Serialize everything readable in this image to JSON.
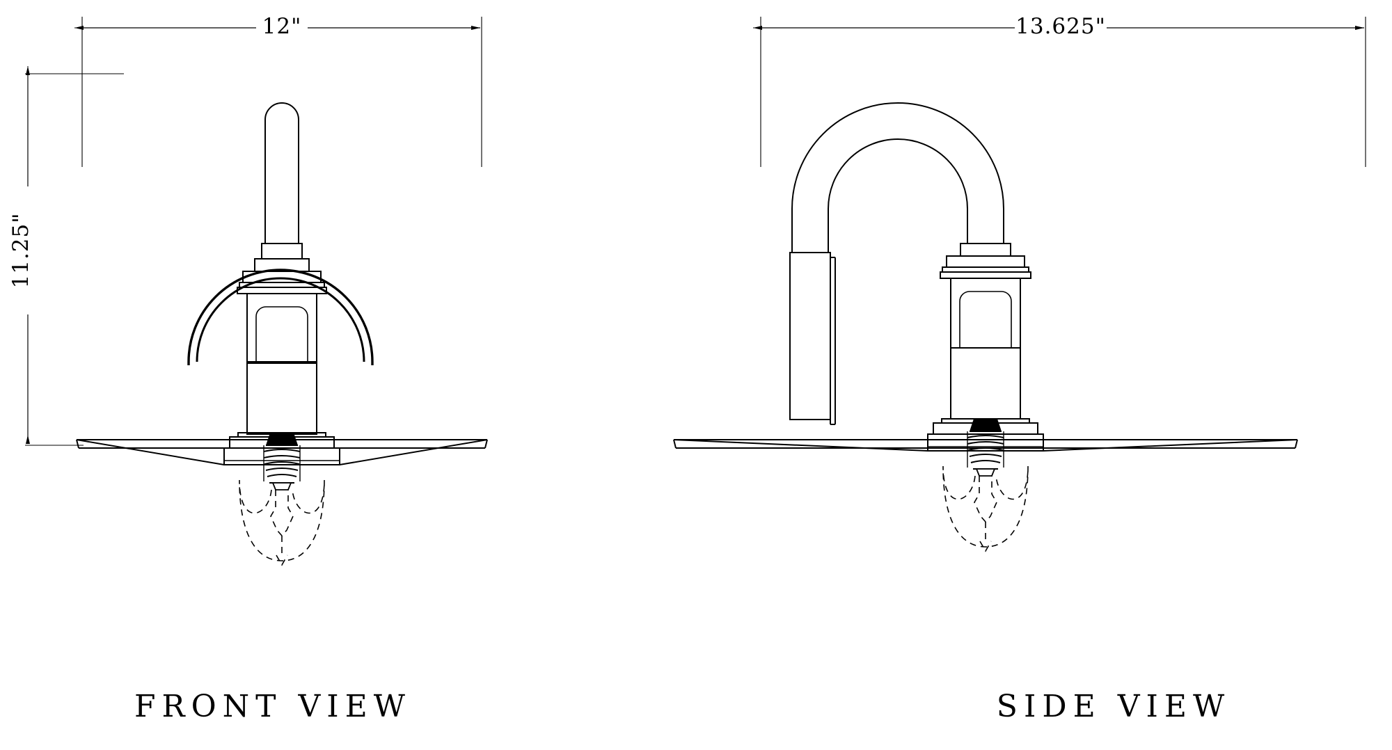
{
  "drawing": {
    "background_color": "#ffffff",
    "line_color": "#000000",
    "type": "technical-dimensioned-orthographic-drawing",
    "subject": "wall sconce light fixture with gooseneck arm and cone shade"
  },
  "dimensions": {
    "front_width": {
      "value": "12\"",
      "name": "front-view-width-dimension",
      "orientation": "horizontal"
    },
    "height": {
      "value": "11.25\"",
      "name": "overall-height-dimension",
      "orientation": "vertical"
    },
    "side_depth": {
      "value": "13.625\"",
      "name": "side-view-depth-dimension",
      "orientation": "horizontal"
    }
  },
  "views": {
    "front": {
      "label": "FRONT VIEW",
      "parts": [
        "stem",
        "stepped-collar",
        "round-backplate",
        "socket-housing",
        "socket-ring",
        "threaded-screw-base",
        "cone-shade",
        "edison-bulb"
      ]
    },
    "side": {
      "label": "SIDE VIEW",
      "parts": [
        "wall-mount-plate",
        "gooseneck-arm",
        "stepped-collar",
        "socket-housing",
        "socket-ring",
        "threaded-screw-base",
        "cone-shade",
        "edison-bulb"
      ]
    }
  }
}
